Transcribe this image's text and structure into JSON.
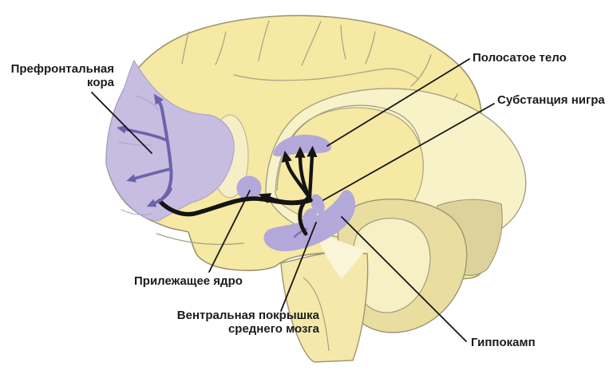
{
  "diagram": {
    "labels": {
      "prefrontal_cortex": {
        "line1": "Префронтальная",
        "line2": "кора"
      },
      "striatum": {
        "text": "Полосатое тело"
      },
      "substantia_nigra": {
        "text": "Субстанция нигра"
      },
      "nucleus_accumbens": {
        "text": "Прилежащее ядро"
      },
      "ventral_tegmental_area": {
        "line1": "Вентральная покрышка",
        "line2": "среднего мозга"
      },
      "hippocampus": {
        "text": "Гиппокамп"
      }
    },
    "colors": {
      "background": "#ffffff",
      "cortex_yellow": "#f5e9a3",
      "inner_pale": "#f8f2c9",
      "core_yellow": "#f5e9a3",
      "prefrontal_purple": "#c6bde1",
      "structure_purple": "#b3a8da",
      "pathway_black": "#141414",
      "branch_purple": "#6b63ab",
      "outline_gray": "#9e9472",
      "label_text": "#1b1b1b"
    }
  }
}
